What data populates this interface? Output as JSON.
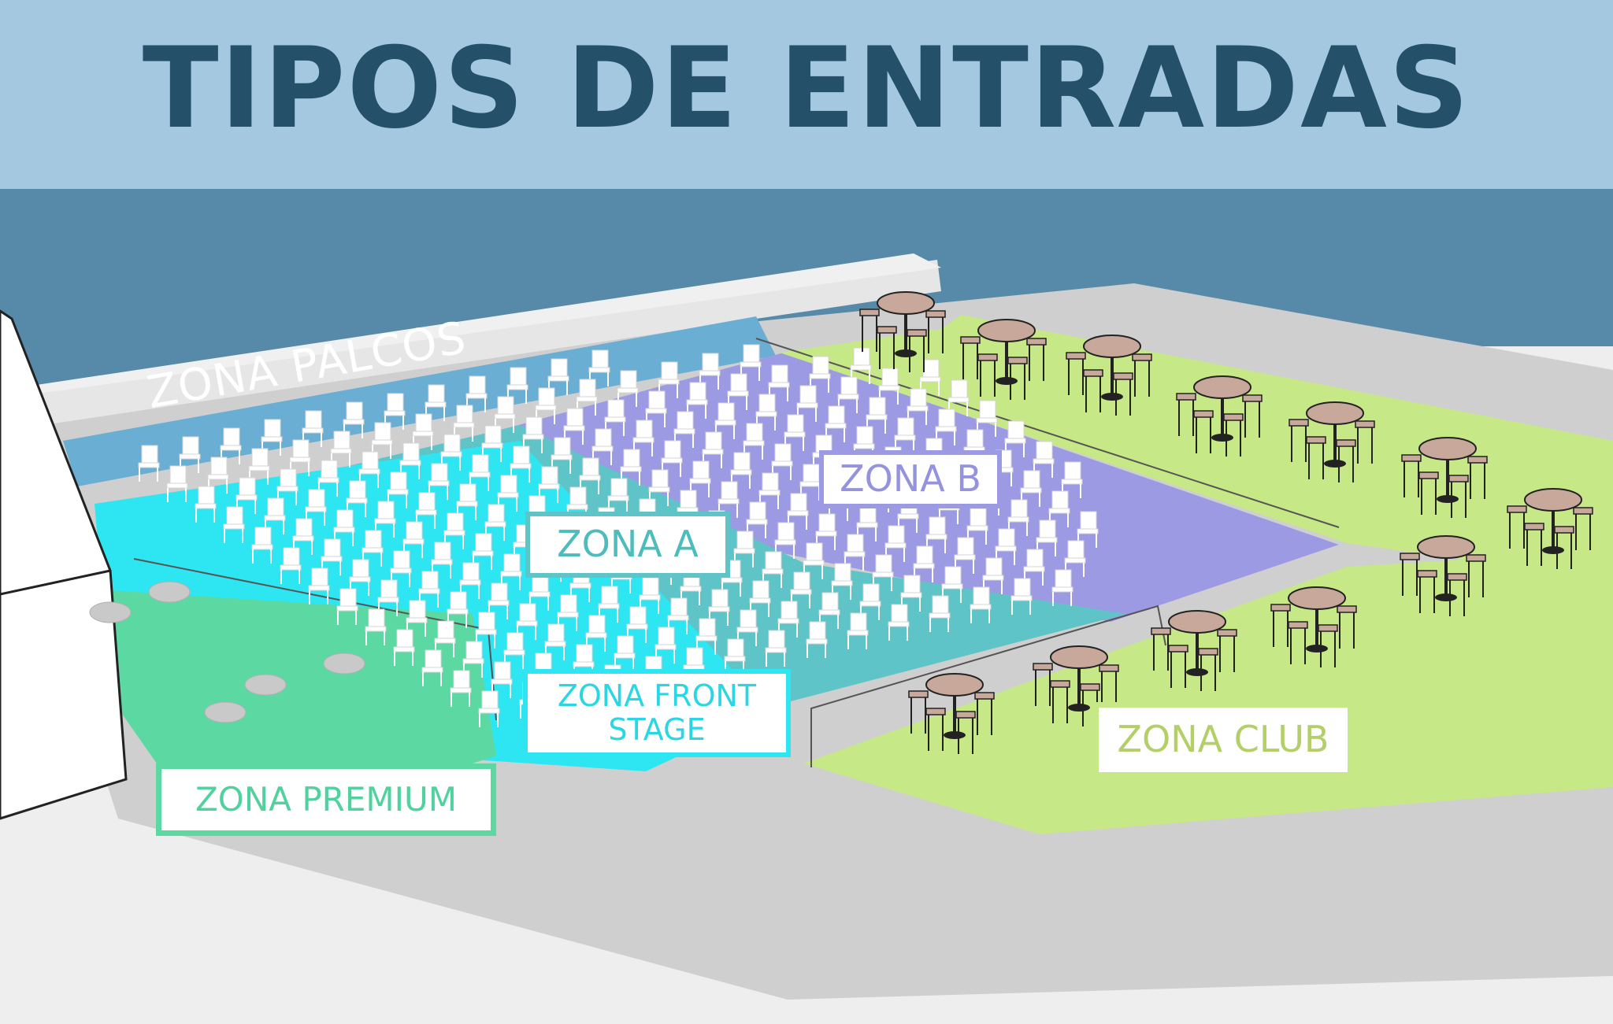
{
  "title": "TIPOS DE ENTRADAS",
  "zones": {
    "palcos": {
      "label": "ZONA PALCOS",
      "color": "#6aaed3"
    },
    "b": {
      "label": "ZONA B",
      "color": "#9d9ae4"
    },
    "a": {
      "label": "ZONA A",
      "color": "#5fc4c8"
    },
    "front_stage": {
      "label": "ZONA FRONT\nSTAGE",
      "color": "#2ee6f2"
    },
    "premium": {
      "label": "ZONA PREMIUM",
      "color": "#5cd9a3"
    },
    "club": {
      "label": "ZONA CLUB",
      "color": "#c7e887"
    }
  },
  "colors": {
    "header": "#a3c8e0",
    "title": "#245069",
    "sky": "#578aa8",
    "floor": "#cfcfcf",
    "ground": "#eeeeee",
    "palcos_text": "#ffffff",
    "b_text": "#9592de",
    "a_text": "#4cbcbc",
    "front_text": "#2ad6e4",
    "premium_text": "#4fd29e",
    "club_text": "#b4cf68",
    "table_top": "#c8a89a",
    "chair": "#ffffff"
  },
  "icons": [
    "chair-icon",
    "high-table-icon",
    "bar-stool-icon",
    "lounge-table-icon",
    "stage-icon"
  ]
}
